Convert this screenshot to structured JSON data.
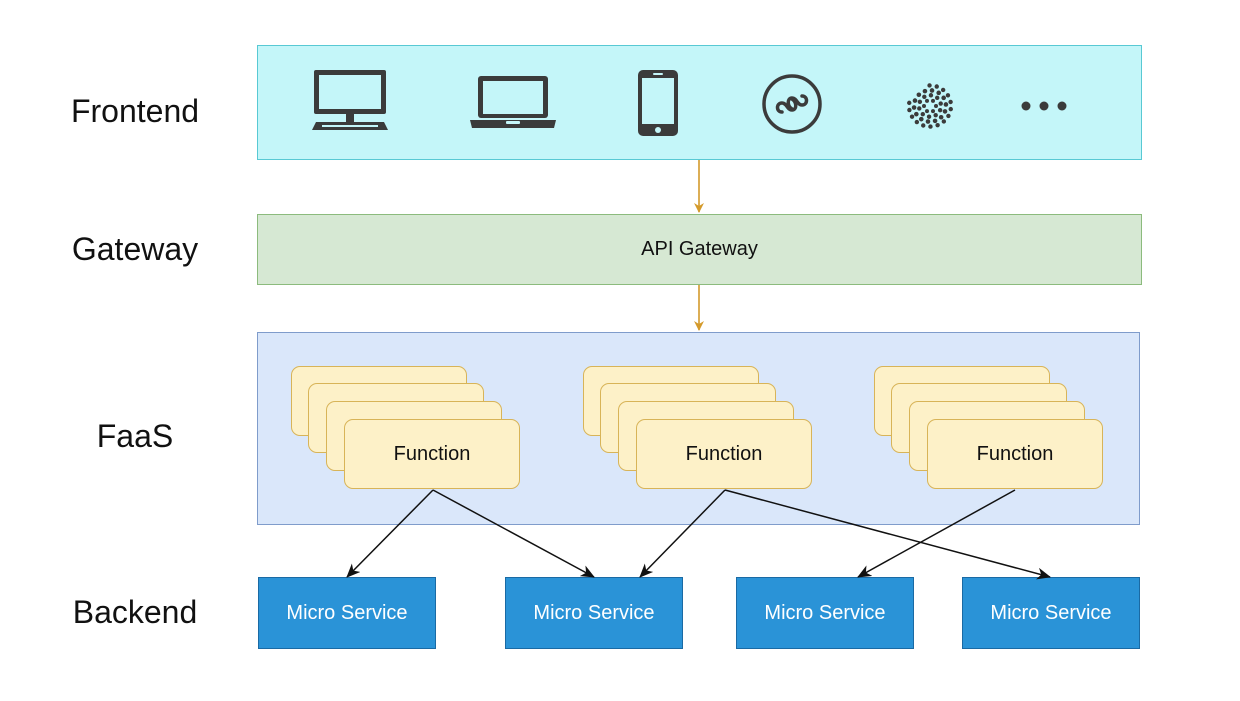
{
  "layers": {
    "frontend": "Frontend",
    "gateway": "Gateway",
    "faas": "FaaS",
    "backend": "Backend"
  },
  "gateway": {
    "label": "API Gateway"
  },
  "faas": {
    "groups": [
      {
        "label": "Function"
      },
      {
        "label": "Function"
      },
      {
        "label": "Function"
      }
    ]
  },
  "backend": {
    "services": [
      {
        "label": "Micro Service"
      },
      {
        "label": "Micro Service"
      },
      {
        "label": "Micro Service"
      },
      {
        "label": "Micro Service"
      }
    ]
  },
  "frontend": {
    "icons": [
      "desktop-monitor-icon",
      "laptop-icon",
      "smartphone-icon",
      "mini-program-icon",
      "iota-icon",
      "more-icon"
    ]
  },
  "colors": {
    "frontend_fill": "#c4f6f9",
    "gateway_fill": "#d6e8d3",
    "faas_fill": "#dae7fa",
    "function_fill": "#fdf1c8",
    "service_fill": "#2a93d7",
    "flow_arrow": "#d49a2b"
  }
}
